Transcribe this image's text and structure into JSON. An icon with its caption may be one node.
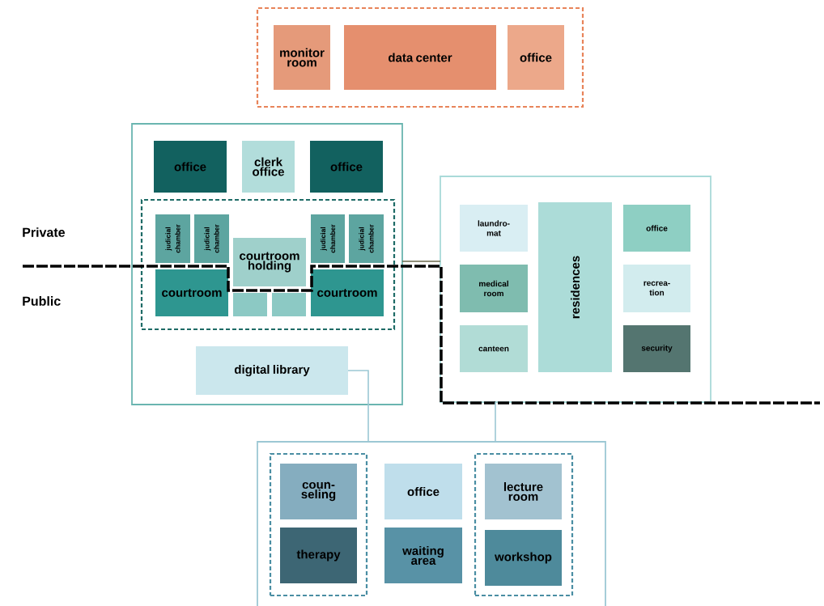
{
  "diagram": {
    "nodes": [
      {
        "text": [],
        "shape": "box"
      },
      {
        "text": [
          "monitor room"
        ],
        "in": 0
      },
      {
        "text": [
          "data center"
        ],
        "in": 0
      },
      {
        "text": [
          "office"
        ],
        "in": 0
      },
      {
        "text": [],
        "shape": "box"
      },
      {
        "text": [
          "office"
        ],
        "in": 4
      },
      {
        "text": [
          "clerk office"
        ],
        "in": 4
      },
      {
        "text": [
          "office"
        ],
        "in": 4
      },
      {
        "text": [],
        "shape": "box",
        "in": 4
      },
      {
        "text": [
          "judicial chamber"
        ],
        "in": 8
      },
      {
        "text": [
          "judicial chamber"
        ],
        "in": 8
      },
      {
        "text": [
          "courtroom holding"
        ],
        "in": 8
      },
      {
        "text": [
          "judicial chamber"
        ],
        "in": 8
      },
      {
        "text": [
          "judicial chamber"
        ],
        "in": 8
      },
      {
        "text": [
          "courtroom"
        ],
        "in": 8
      },
      {
        "text": [],
        "shape": "box",
        "in": 8
      },
      {
        "text": [],
        "shape": "box",
        "in": 8
      },
      {
        "text": [
          "courtroom"
        ],
        "in": 8
      },
      {
        "text": [
          "digital library"
        ],
        "in": 4
      },
      {
        "text": [],
        "shape": "box"
      },
      {
        "text": [
          "laundro-mat"
        ],
        "in": 19
      },
      {
        "text": [
          "residences"
        ],
        "in": 19
      },
      {
        "text": [
          "office"
        ],
        "in": 19
      },
      {
        "text": [
          "medical room"
        ],
        "in": 19
      },
      {
        "text": [
          "recrea-tion"
        ],
        "in": 19
      },
      {
        "text": [
          "canteen"
        ],
        "in": 19
      },
      {
        "text": [
          "security"
        ],
        "in": 19
      },
      {
        "text": [],
        "shape": "box"
      },
      {
        "text": [],
        "shape": "box",
        "in": 27
      },
      {
        "text": [
          "coun-seling"
        ],
        "in": 28
      },
      {
        "text": [
          "therapy"
        ],
        "in": 28
      },
      {
        "text": [
          "office"
        ],
        "in": 27
      },
      {
        "text": [
          "waiting area"
        ],
        "in": 27
      },
      {
        "text": [],
        "shape": "box",
        "in": 27
      },
      {
        "text": [
          "lecture room"
        ],
        "in": 33
      },
      {
        "text": [
          "workshop"
        ],
        "in": 33
      }
    ],
    "edges": [
      {
        "from": 18,
        "to": 27,
        "arrow": "none"
      },
      {
        "from": 19,
        "to": 27,
        "arrow": "none"
      },
      {
        "from": 4,
        "to": 19,
        "arrow": "none",
        "color": "#6b6a4e"
      }
    ],
    "labels": [
      "Private",
      "Public"
    ]
  }
}
